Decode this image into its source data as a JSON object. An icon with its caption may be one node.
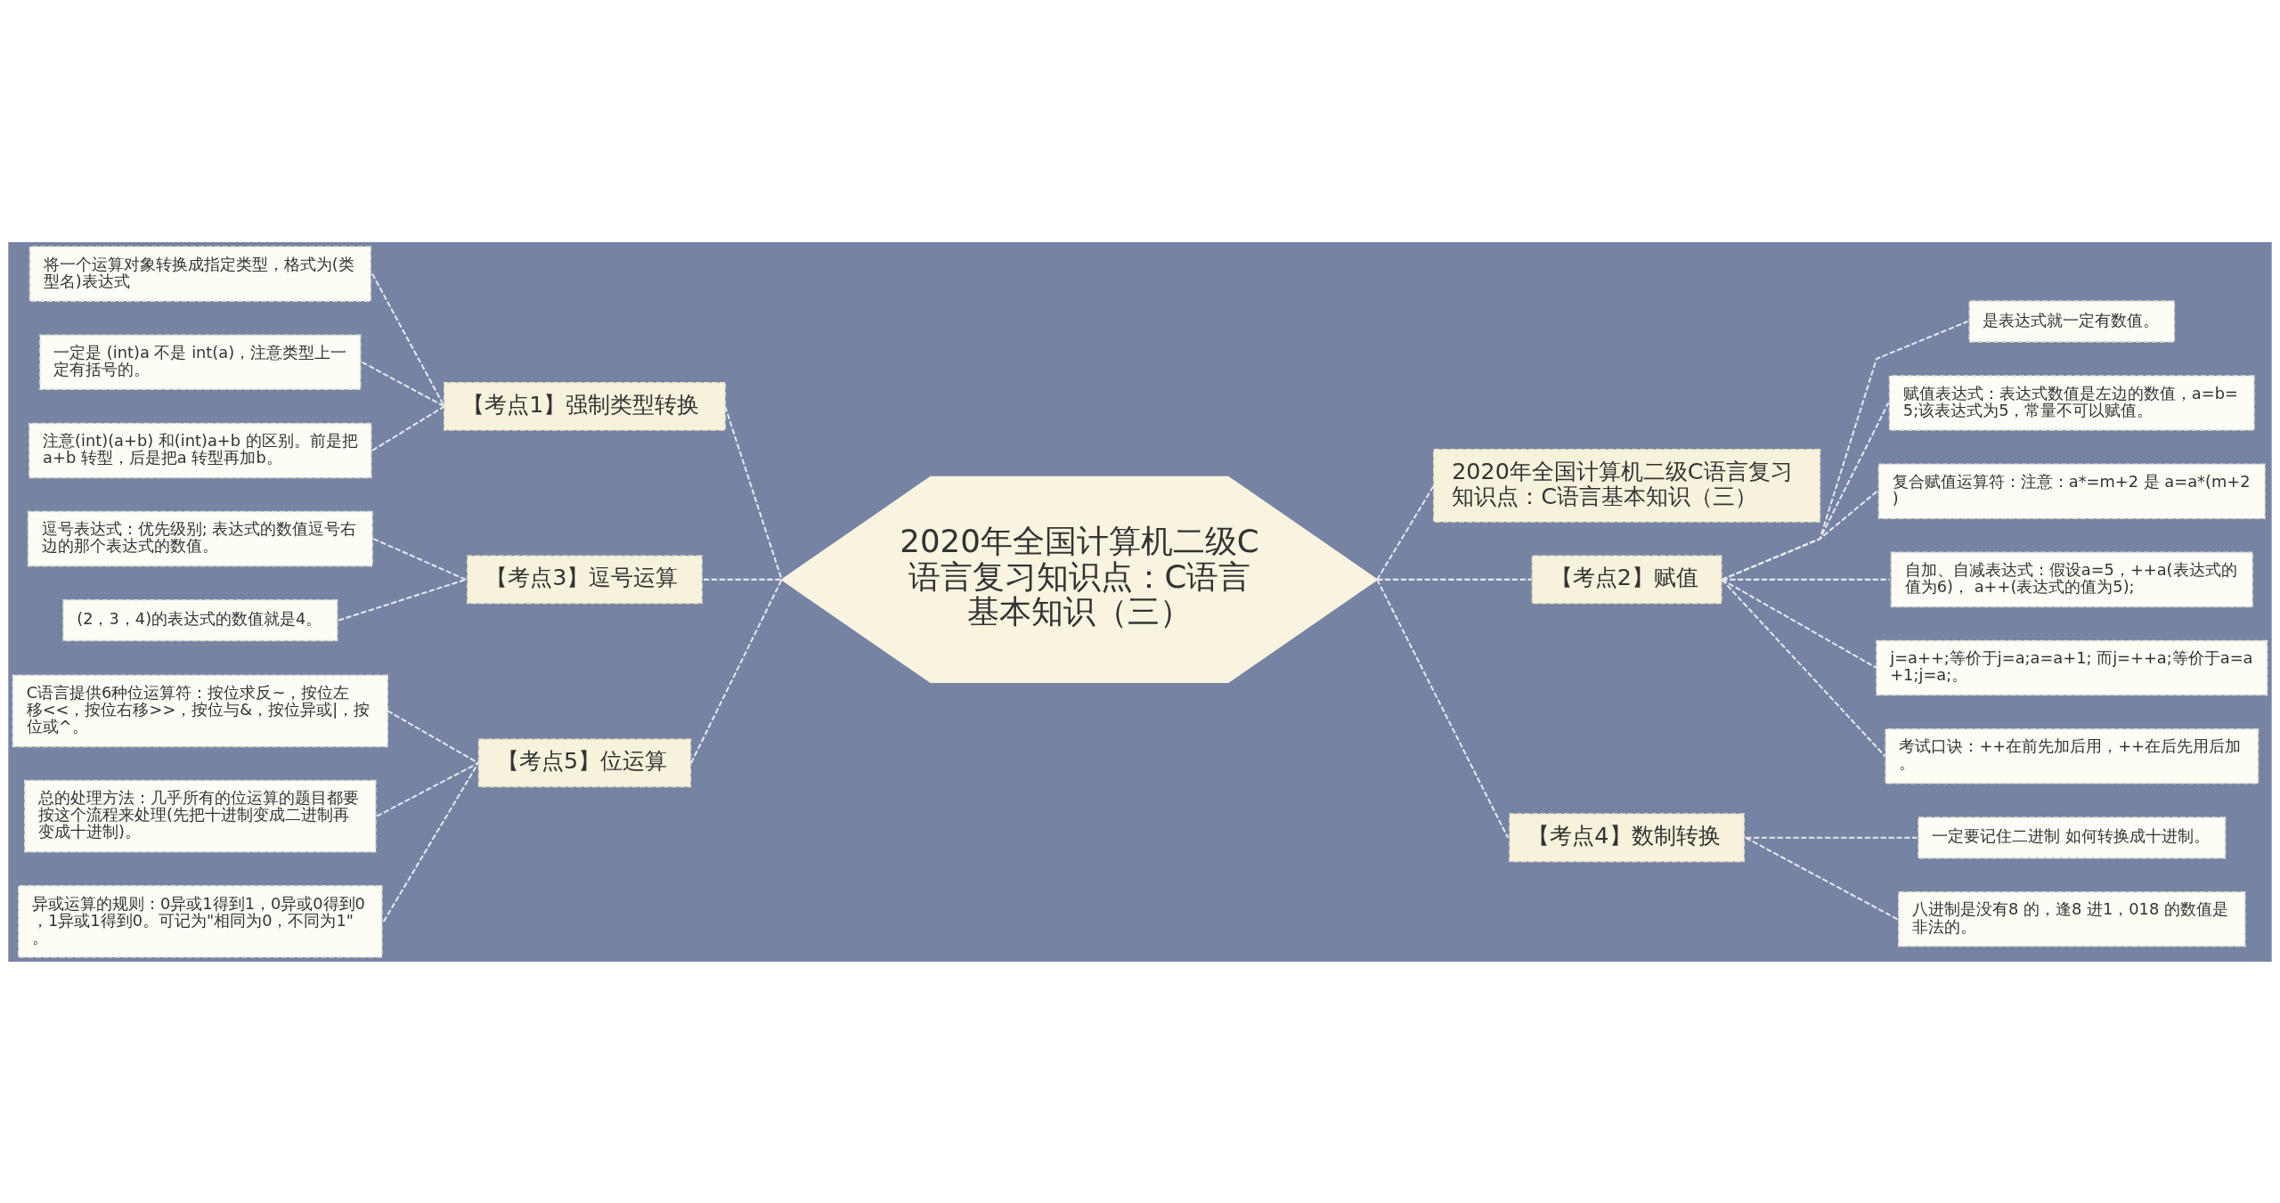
{
  "diagram": {
    "nodes": [
      {
        "text": [
          "2020年全国计算机二级C语言复习知识点：C语言基本知识（三）"
        ]
      },
      {
        "text": [
          "【考点1】强制类型转换"
        ]
      },
      {
        "text": [
          "将一个运算对象转换成指定类型，格式为(类型名)表达式"
        ]
      },
      {
        "text": [
          "一定是 (int)a 不是 int(a)，注意类型上一定有括号的。"
        ]
      },
      {
        "text": [
          "注意(int)(a+b) 和(int)a+b 的区别。前是把a+b 转型，后是把a 转型再加b。"
        ]
      },
      {
        "text": [
          "【考点3】逗号运算"
        ]
      },
      {
        "text": [
          "逗号表达式：优先级别; 表达式的数值逗号右边的那个表达式的数值。"
        ]
      },
      {
        "text": [
          "(2，3，4)的表达式的数值就是4。"
        ]
      },
      {
        "text": [
          "【考点5】位运算"
        ]
      },
      {
        "text": [
          "C语言提供6种位运算符：按位求反~，按位左移<<，按位右移>>，按位与&，按位异或|，按位或^。"
        ]
      },
      {
        "text": [
          "总的处理方法：几乎所有的位运算的题目都要按这个流程来处理(先把十进制变成二进制再变成十进制)。"
        ]
      },
      {
        "text": [
          "异或运算的规则：0异或1得到1，0异或0得到0，1异或1得到0。可记为\"相同为0，不同为1\"。"
        ]
      },
      {
        "text": [
          "2020年全国计算机二级C语言复习知识点：C语言基本知识（三）"
        ]
      },
      {
        "text": [
          "【考点2】赋值"
        ]
      },
      {
        "text": [
          "是表达式就一定有数值。"
        ]
      },
      {
        "text": [
          "赋值表达式：表达式数值是左边的数值，a=b=5;该表达式为5，常量不可以赋值。"
        ]
      },
      {
        "text": [
          "复合赋值运算符：注意：a*=m+2 是 a=a*(m+2)"
        ]
      },
      {
        "text": [
          "自加、自减表达式：假设a=5，++a(表达式的值为6)， a++(表达式的值为5);"
        ]
      },
      {
        "text": [
          "j=a++;等价于j=a;a=a+1; 而j=++a;等价于a=a+1;j=a;。"
        ]
      },
      {
        "text": [
          "考试口诀：++在前先加后用，++在后先用后加。"
        ]
      },
      {
        "text": [
          "【考点4】数制转换"
        ]
      },
      {
        "text": [
          "一定要记住二进制 如何转换成十进制。"
        ]
      },
      {
        "text": [
          "八进制是没有8 的，逢8 进1，018 的数值是非法的。"
        ]
      }
    ],
    "edges": [
      {
        "from": 2,
        "to": 1,
        "arrow": "none",
        "style": "dashed"
      },
      {
        "from": 3,
        "to": 1,
        "arrow": "none",
        "style": "dashed"
      },
      {
        "from": 4,
        "to": 1,
        "arrow": "none",
        "style": "dashed"
      },
      {
        "from": 1,
        "to": 0,
        "arrow": "none",
        "style": "dashed"
      },
      {
        "from": 6,
        "to": 5,
        "arrow": "none",
        "style": "dashed"
      },
      {
        "from": 7,
        "to": 5,
        "arrow": "none",
        "style": "dashed"
      },
      {
        "from": 5,
        "to": 0,
        "arrow": "none",
        "style": "dashed"
      },
      {
        "from": 9,
        "to": 8,
        "arrow": "none",
        "style": "dashed"
      },
      {
        "from": 10,
        "to": 8,
        "arrow": "none",
        "style": "dashed"
      },
      {
        "from": 11,
        "to": 8,
        "arrow": "none",
        "style": "dashed"
      },
      {
        "from": 8,
        "to": 0,
        "arrow": "none",
        "style": "dashed"
      },
      {
        "from": 0,
        "to": 12,
        "arrow": "none",
        "style": "dashed"
      },
      {
        "from": 0,
        "to": 13,
        "arrow": "none",
        "style": "dashed"
      },
      {
        "from": 13,
        "to": 14,
        "arrow": "none",
        "style": "dashed"
      },
      {
        "from": 13,
        "to": 15,
        "arrow": "none",
        "style": "dashed"
      },
      {
        "from": 13,
        "to": 16,
        "arrow": "none",
        "style": "dashed"
      },
      {
        "from": 13,
        "to": 17,
        "arrow": "none",
        "style": "dashed"
      },
      {
        "from": 13,
        "to": 18,
        "arrow": "none",
        "style": "dashed"
      },
      {
        "from": 13,
        "to": 19,
        "arrow": "none",
        "style": "dashed"
      },
      {
        "from": 0,
        "to": 20,
        "arrow": "none",
        "style": "dashed"
      },
      {
        "from": 20,
        "to": 21,
        "arrow": "none",
        "style": "dashed"
      },
      {
        "from": 20,
        "to": 22,
        "arrow": "none",
        "style": "dashed"
      }
    ]
  }
}
